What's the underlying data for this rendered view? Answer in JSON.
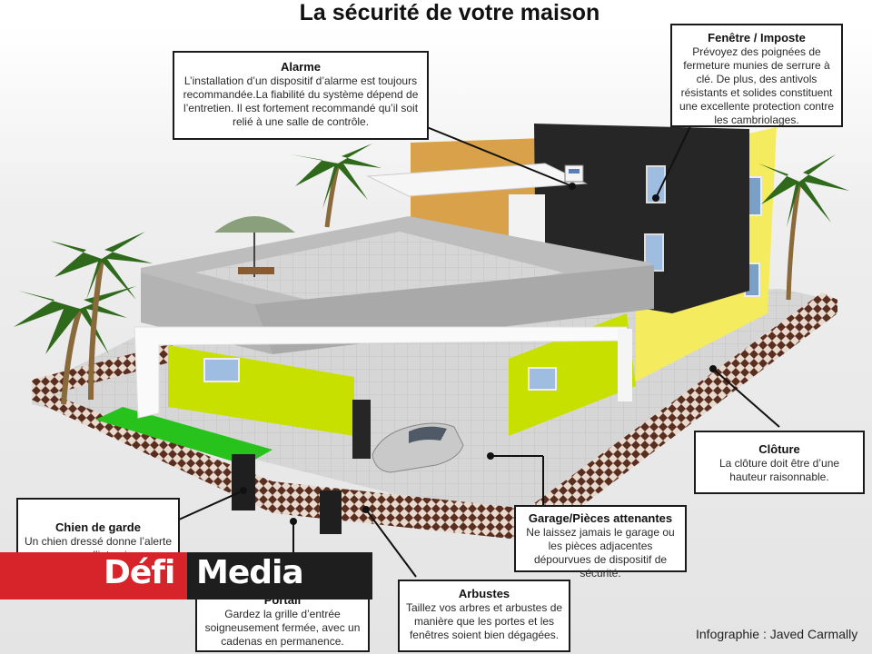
{
  "title": "La sécurité de votre maison",
  "callouts": {
    "alarme": {
      "heading": "Alarme",
      "text": "L’installation d’un dispositif d’alarme est toujours recommandée.La fiabilité du système dépend de l’entretien. Il est fortement recommandé qu’il soit relié à une salle de contrôle."
    },
    "fenetre": {
      "heading": "Fenêtre / Imposte",
      "text": "Prévoyez des poignées de fermeture munies de serrure à clé. De plus, des antivols résistants et solides constituent une excellente protection contre les cambriolages."
    },
    "cloture": {
      "heading": "Clôture",
      "text": "La clôture doit être d’une hauteur raisonnable."
    },
    "chien": {
      "heading": "Chien de garde",
      "text": "Un chien dressé donne l’alerte en cas d’intrusion."
    },
    "garage": {
      "heading": "Garage/Pièces attenantes",
      "text": "Ne laissez jamais le garage ou les pièces adjacentes dépourvues de dispositif de sécurité."
    },
    "portail": {
      "heading": "Portail",
      "text": "Gardez la grille d’entrée soigneusement fermée, avec un cadenas en permanence."
    },
    "arbustes": {
      "heading": "Arbustes",
      "text": "Taillez vos arbres et arbustes de manière que les portes et les fenêtres soient bien dégagées."
    }
  },
  "brand": {
    "part1": "Défi",
    "part2": "Media"
  },
  "credit": "Infographie : Javed Carmally",
  "colors": {
    "lime": "#c7e000",
    "yellow": "#f4ec5e",
    "dark": "#262626",
    "orange": "#d9a24a",
    "roof": "#b9b9b9",
    "grass": "#27c21c",
    "fence": "#5a2e1e",
    "brand_red": "#d6242a"
  }
}
